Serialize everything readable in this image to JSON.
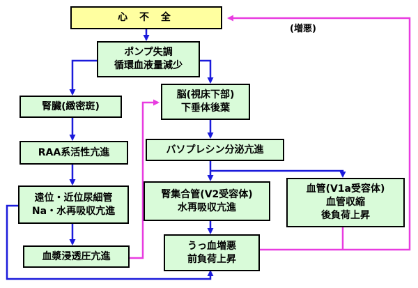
{
  "colors": {
    "box_fill": "#d9fbd9",
    "top_fill": "#ffffa0",
    "blue_arrow": "#1a1adb",
    "pink_arrow": "#e83ce0"
  },
  "nodes": {
    "heart_failure": [
      "心 不 全"
    ],
    "pump_failure": [
      "ポンプ失調",
      "循環血液量減少"
    ],
    "kidney": [
      "腎臓(緻密斑)"
    ],
    "raa": [
      "RAA系活性亢進"
    ],
    "tubule": [
      "遠位・近位尿細管",
      "Na・水再吸収亢進"
    ],
    "plasma": [
      "血漿浸透圧亢進"
    ],
    "brain": [
      "脳(視床下部)",
      "下垂体後葉"
    ],
    "vasopressin": [
      "バソプレシン分泌亢進"
    ],
    "collecting_duct": [
      "腎集合管(V2受容体)",
      "水再吸収亢進"
    ],
    "vessel": [
      "血管(V1a受容体)",
      "血管収縮",
      "後負荷上昇"
    ],
    "congestion": [
      "うっ血増悪",
      "前負荷上昇"
    ]
  },
  "feedback_label": "(増悪)"
}
